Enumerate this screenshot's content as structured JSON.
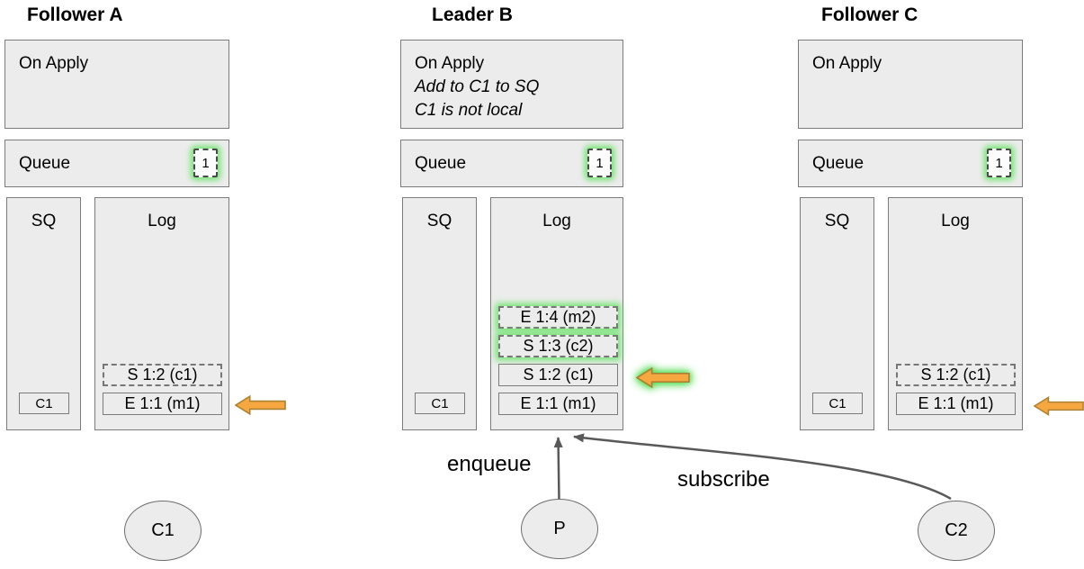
{
  "diagram": {
    "nodes": [
      {
        "title": "Follower A",
        "on_apply": {
          "title": "On Apply",
          "notes": []
        },
        "queue": {
          "label": "Queue",
          "badge": "1",
          "badge_highlighted": true
        },
        "sq": {
          "label": "SQ",
          "slot": "C1"
        },
        "log": {
          "label": "Log",
          "entries": [
            {
              "text": "S 1:2 (c1)",
              "style": "dashed",
              "glow": false
            },
            {
              "text": "E 1:1 (m1)",
              "style": "solid",
              "glow": false
            }
          ],
          "pointer_arrow_at": "E 1:1 (m1)",
          "pointer_arrow_glow": false
        }
      },
      {
        "title": "Leader B",
        "on_apply": {
          "title": "On Apply",
          "notes": [
            "Add to C1 to SQ",
            "C1 is not local"
          ]
        },
        "queue": {
          "label": "Queue",
          "badge": "1",
          "badge_highlighted": true
        },
        "sq": {
          "label": "SQ",
          "slot": "C1"
        },
        "log": {
          "label": "Log",
          "entries": [
            {
              "text": "E 1:4 (m2)",
              "style": "dashed",
              "glow": true
            },
            {
              "text": "S 1:3 (c2)",
              "style": "dashed",
              "glow": true
            },
            {
              "text": "S 1:2 (c1)",
              "style": "solid",
              "glow": false
            },
            {
              "text": "E 1:1 (m1)",
              "style": "solid",
              "glow": false
            }
          ],
          "pointer_arrow_at": "S 1:2 (c1)",
          "pointer_arrow_glow": true
        }
      },
      {
        "title": "Follower C",
        "on_apply": {
          "title": "On Apply",
          "notes": []
        },
        "queue": {
          "label": "Queue",
          "badge": "1",
          "badge_highlighted": true
        },
        "sq": {
          "label": "SQ",
          "slot": "C1"
        },
        "log": {
          "label": "Log",
          "entries": [
            {
              "text": "S 1:2 (c1)",
              "style": "dashed",
              "glow": false
            },
            {
              "text": "E 1:1 (m1)",
              "style": "solid",
              "glow": false
            }
          ],
          "pointer_arrow_at": "E 1:1 (m1)",
          "pointer_arrow_glow": false
        }
      }
    ],
    "actors": [
      {
        "label": "C1"
      },
      {
        "label": "P"
      },
      {
        "label": "C2"
      }
    ],
    "edge_labels": {
      "enqueue": "enqueue",
      "subscribe": "subscribe"
    },
    "colors": {
      "box_fill": "#ECECEC",
      "box_border": "#7B7B7B",
      "glow_green": "#66E166",
      "arrow_fill": "#F7A73F",
      "arrow_stroke": "#A98234",
      "connector_gray": "#595959",
      "badge_fill": "#FCFCFC",
      "badge_border": "#4A4A4A"
    }
  }
}
